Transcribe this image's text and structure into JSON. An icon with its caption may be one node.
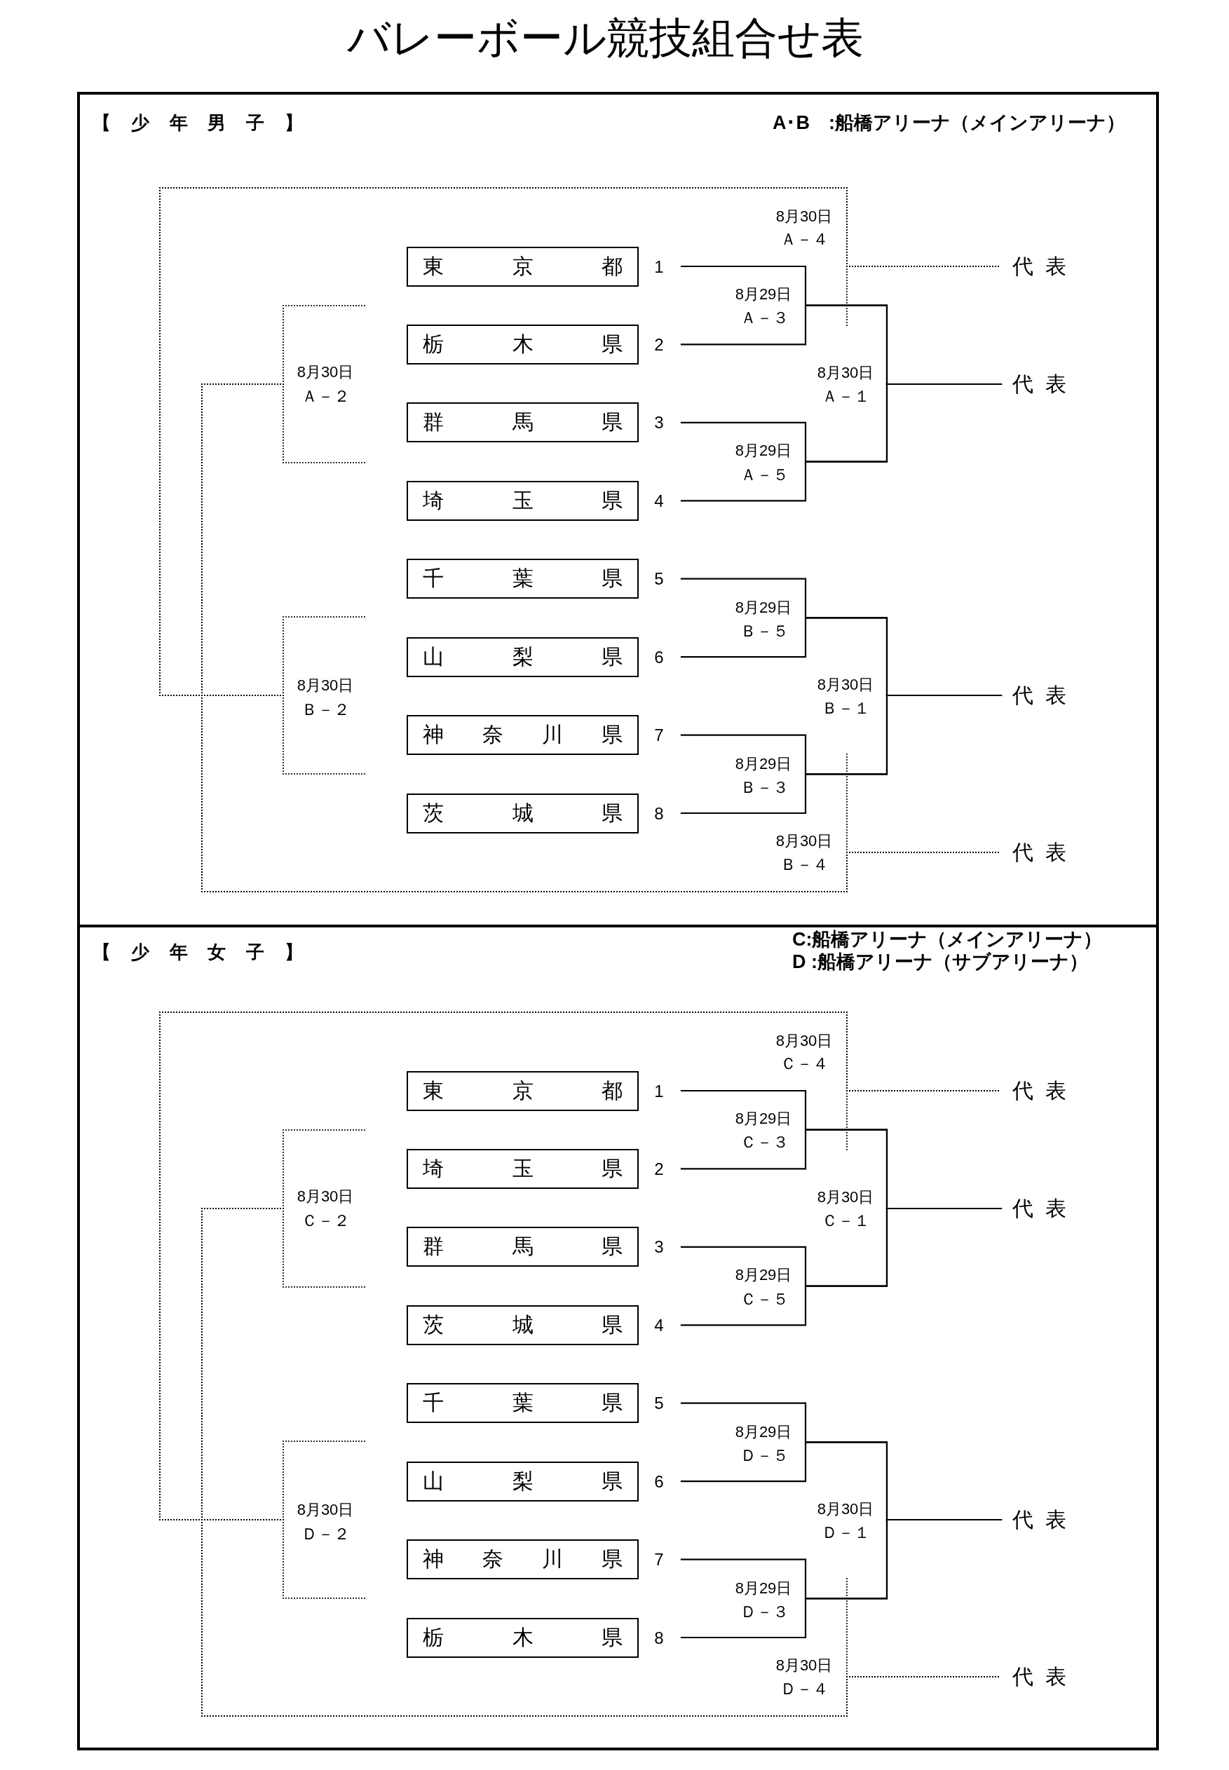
{
  "diagram": {
    "title": "バレーボール競技組合せ表",
    "nodes": [
      {
        "text": [
          "【少年男子】",
          "A･B　:船橋アリーナ（メインアリーナ）"
        ]
      },
      {
        "text": [
          "東京都"
        ],
        "in": 0,
        "beside": [
          "1"
        ]
      },
      {
        "text": [
          "栃木県"
        ],
        "in": 0,
        "beside": [
          "2"
        ]
      },
      {
        "text": [
          "群馬県"
        ],
        "in": 0,
        "beside": [
          "3"
        ]
      },
      {
        "text": [
          "埼玉県"
        ],
        "in": 0,
        "beside": [
          "4"
        ]
      },
      {
        "text": [
          "千葉県"
        ],
        "in": 0,
        "beside": [
          "5"
        ]
      },
      {
        "text": [
          "山梨県"
        ],
        "in": 0,
        "beside": [
          "6"
        ]
      },
      {
        "text": [
          "神奈川県"
        ],
        "in": 0,
        "beside": [
          "7"
        ]
      },
      {
        "text": [
          "茨城県"
        ],
        "in": 0,
        "beside": [
          "8"
        ]
      },
      {
        "text": [
          "代表"
        ],
        "in": 0
      },
      {
        "text": [
          "代表"
        ],
        "in": 0
      },
      {
        "text": [
          "代表"
        ],
        "in": 0
      },
      {
        "text": [
          "代表"
        ],
        "in": 0
      },
      {
        "text": [
          "【少年女子】",
          "C:船橋アリーナ（メインアリーナ）",
          "D :船橋アリーナ（サブアリーナ）"
        ]
      },
      {
        "text": [
          "東京都"
        ],
        "in": 13,
        "beside": [
          "1"
        ]
      },
      {
        "text": [
          "埼玉県"
        ],
        "in": 13,
        "beside": [
          "2"
        ]
      },
      {
        "text": [
          "群馬県"
        ],
        "in": 13,
        "beside": [
          "3"
        ]
      },
      {
        "text": [
          "茨城県"
        ],
        "in": 13,
        "beside": [
          "4"
        ]
      },
      {
        "text": [
          "千葉県"
        ],
        "in": 13,
        "beside": [
          "5"
        ]
      },
      {
        "text": [
          "山梨県"
        ],
        "in": 13,
        "beside": [
          "6"
        ]
      },
      {
        "text": [
          "神奈川県"
        ],
        "in": 13,
        "beside": [
          "7"
        ]
      },
      {
        "text": [
          "栃木県"
        ],
        "in": 13,
        "beside": [
          "8"
        ]
      },
      {
        "text": [
          "代表"
        ],
        "in": 13
      },
      {
        "text": [
          "代表"
        ],
        "in": 13
      },
      {
        "text": [
          "代表"
        ],
        "in": 13
      },
      {
        "text": [
          "代表"
        ],
        "in": 13
      }
    ],
    "edges": [
      {
        "from": 1,
        "to": 10,
        "arrow": "none"
      },
      {
        "from": 2,
        "to": 10,
        "arrow": "none"
      },
      {
        "from": 3,
        "to": 10,
        "arrow": "none"
      },
      {
        "from": 4,
        "to": 10,
        "arrow": "none"
      },
      {
        "from": 5,
        "to": 11,
        "arrow": "none"
      },
      {
        "from": 6,
        "to": 11,
        "arrow": "none"
      },
      {
        "from": 7,
        "to": 11,
        "arrow": "none"
      },
      {
        "from": 8,
        "to": 11,
        "arrow": "none"
      },
      {
        "from": null,
        "to": 9,
        "arrow": "none",
        "style": "dashed"
      },
      {
        "from": null,
        "to": 9,
        "arrow": "none",
        "style": "dashed"
      },
      {
        "from": null,
        "to": 9,
        "arrow": "none",
        "style": "dashed"
      },
      {
        "from": null,
        "to": 12,
        "arrow": "none",
        "style": "dashed"
      },
      {
        "from": null,
        "to": 12,
        "arrow": "none",
        "style": "dashed"
      },
      {
        "from": null,
        "to": 12,
        "arrow": "none",
        "style": "dashed"
      },
      {
        "from": 14,
        "to": 23,
        "arrow": "none"
      },
      {
        "from": 15,
        "to": 23,
        "arrow": "none"
      },
      {
        "from": 16,
        "to": 23,
        "arrow": "none"
      },
      {
        "from": 17,
        "to": 23,
        "arrow": "none"
      },
      {
        "from": 18,
        "to": 24,
        "arrow": "none"
      },
      {
        "from": 19,
        "to": 24,
        "arrow": "none"
      },
      {
        "from": 20,
        "to": 24,
        "arrow": "none"
      },
      {
        "from": 21,
        "to": 24,
        "arrow": "none"
      },
      {
        "from": null,
        "to": 22,
        "arrow": "none",
        "style": "dashed"
      },
      {
        "from": null,
        "to": 22,
        "arrow": "none",
        "style": "dashed"
      },
      {
        "from": null,
        "to": 22,
        "arrow": "none",
        "style": "dashed"
      },
      {
        "from": null,
        "to": 25,
        "arrow": "none",
        "style": "dashed"
      },
      {
        "from": null,
        "to": 25,
        "arrow": "none",
        "style": "dashed"
      },
      {
        "from": null,
        "to": 25,
        "arrow": "none",
        "style": "dashed"
      }
    ],
    "labels": [
      "8月30日",
      "Ａ－４",
      "8月29日",
      "Ａ－３",
      "8月30日",
      "Ａ－２",
      "8月30日",
      "Ａ－１",
      "8月29日",
      "Ａ－５",
      "8月29日",
      "Ｂ－５",
      "8月30日",
      "Ｂ－２",
      "8月30日",
      "Ｂ－１",
      "8月29日",
      "Ｂ－３",
      "8月30日",
      "Ｂ－４",
      "8月30日",
      "Ｃ－４",
      "8月29日",
      "Ｃ－３",
      "8月30日",
      "Ｃ－２",
      "8月30日",
      "Ｃ－１",
      "8月29日",
      "Ｃ－５",
      "8月29日",
      "Ｄ－５",
      "8月30日",
      "Ｄ－２",
      "8月30日",
      "Ｄ－１",
      "8月29日",
      "Ｄ－３",
      "8月30日",
      "Ｄ－４"
    ]
  }
}
